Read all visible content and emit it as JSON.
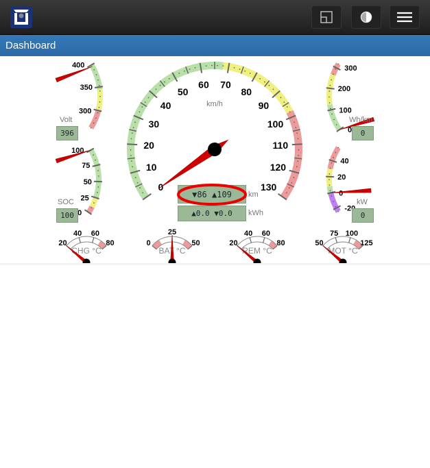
{
  "header": {
    "page_title": "Dashboard",
    "buttons": [
      "layout-toggle",
      "contrast-toggle",
      "menu"
    ]
  },
  "speedometer": {
    "unit": "km/h",
    "min": 0,
    "max": 130,
    "labels": [
      "0",
      "10",
      "20",
      "30",
      "40",
      "50",
      "60",
      "70",
      "80",
      "90",
      "100",
      "110",
      "120",
      "130"
    ],
    "value": 0,
    "range_display": "▼86 ▲109",
    "range_unit": "km",
    "energy_display": "▲0.0 ▼0.0",
    "energy_unit": "kWh"
  },
  "volt": {
    "label": "Volt",
    "value": "396",
    "needle": 396,
    "labels": [
      "400",
      "350",
      "300"
    ]
  },
  "soc": {
    "label": "SOC",
    "value": "100",
    "needle": 100,
    "labels": [
      "100",
      "75",
      "50",
      "25",
      "0"
    ]
  },
  "consumption": {
    "label": "Wh/km",
    "value": "0",
    "needle": 0,
    "labels": [
      "300",
      "200",
      "100",
      "0"
    ]
  },
  "power": {
    "label": "kW",
    "value": "0",
    "needle": 0,
    "labels": [
      "40",
      "20",
      "0",
      "-20"
    ]
  },
  "temps": [
    {
      "label": "CHG °C",
      "labels": [
        "20",
        "40",
        "60",
        "80"
      ],
      "value": 20
    },
    {
      "label": "BAT °C",
      "labels": [
        "0",
        "25",
        "50"
      ],
      "value": 25
    },
    {
      "label": "REM °C",
      "labels": [
        "20",
        "40",
        "60",
        "80"
      ],
      "value": 20
    },
    {
      "label": "MOT °C",
      "labels": [
        "50",
        "75",
        "100",
        "125"
      ],
      "value": 50
    }
  ],
  "colors": {
    "green": "#b8e0a8",
    "yellow": "#f0f080",
    "red": "#ec9a9a",
    "purple": "#c080f0",
    "needle": "#d00000",
    "header": "#2f70ad"
  }
}
